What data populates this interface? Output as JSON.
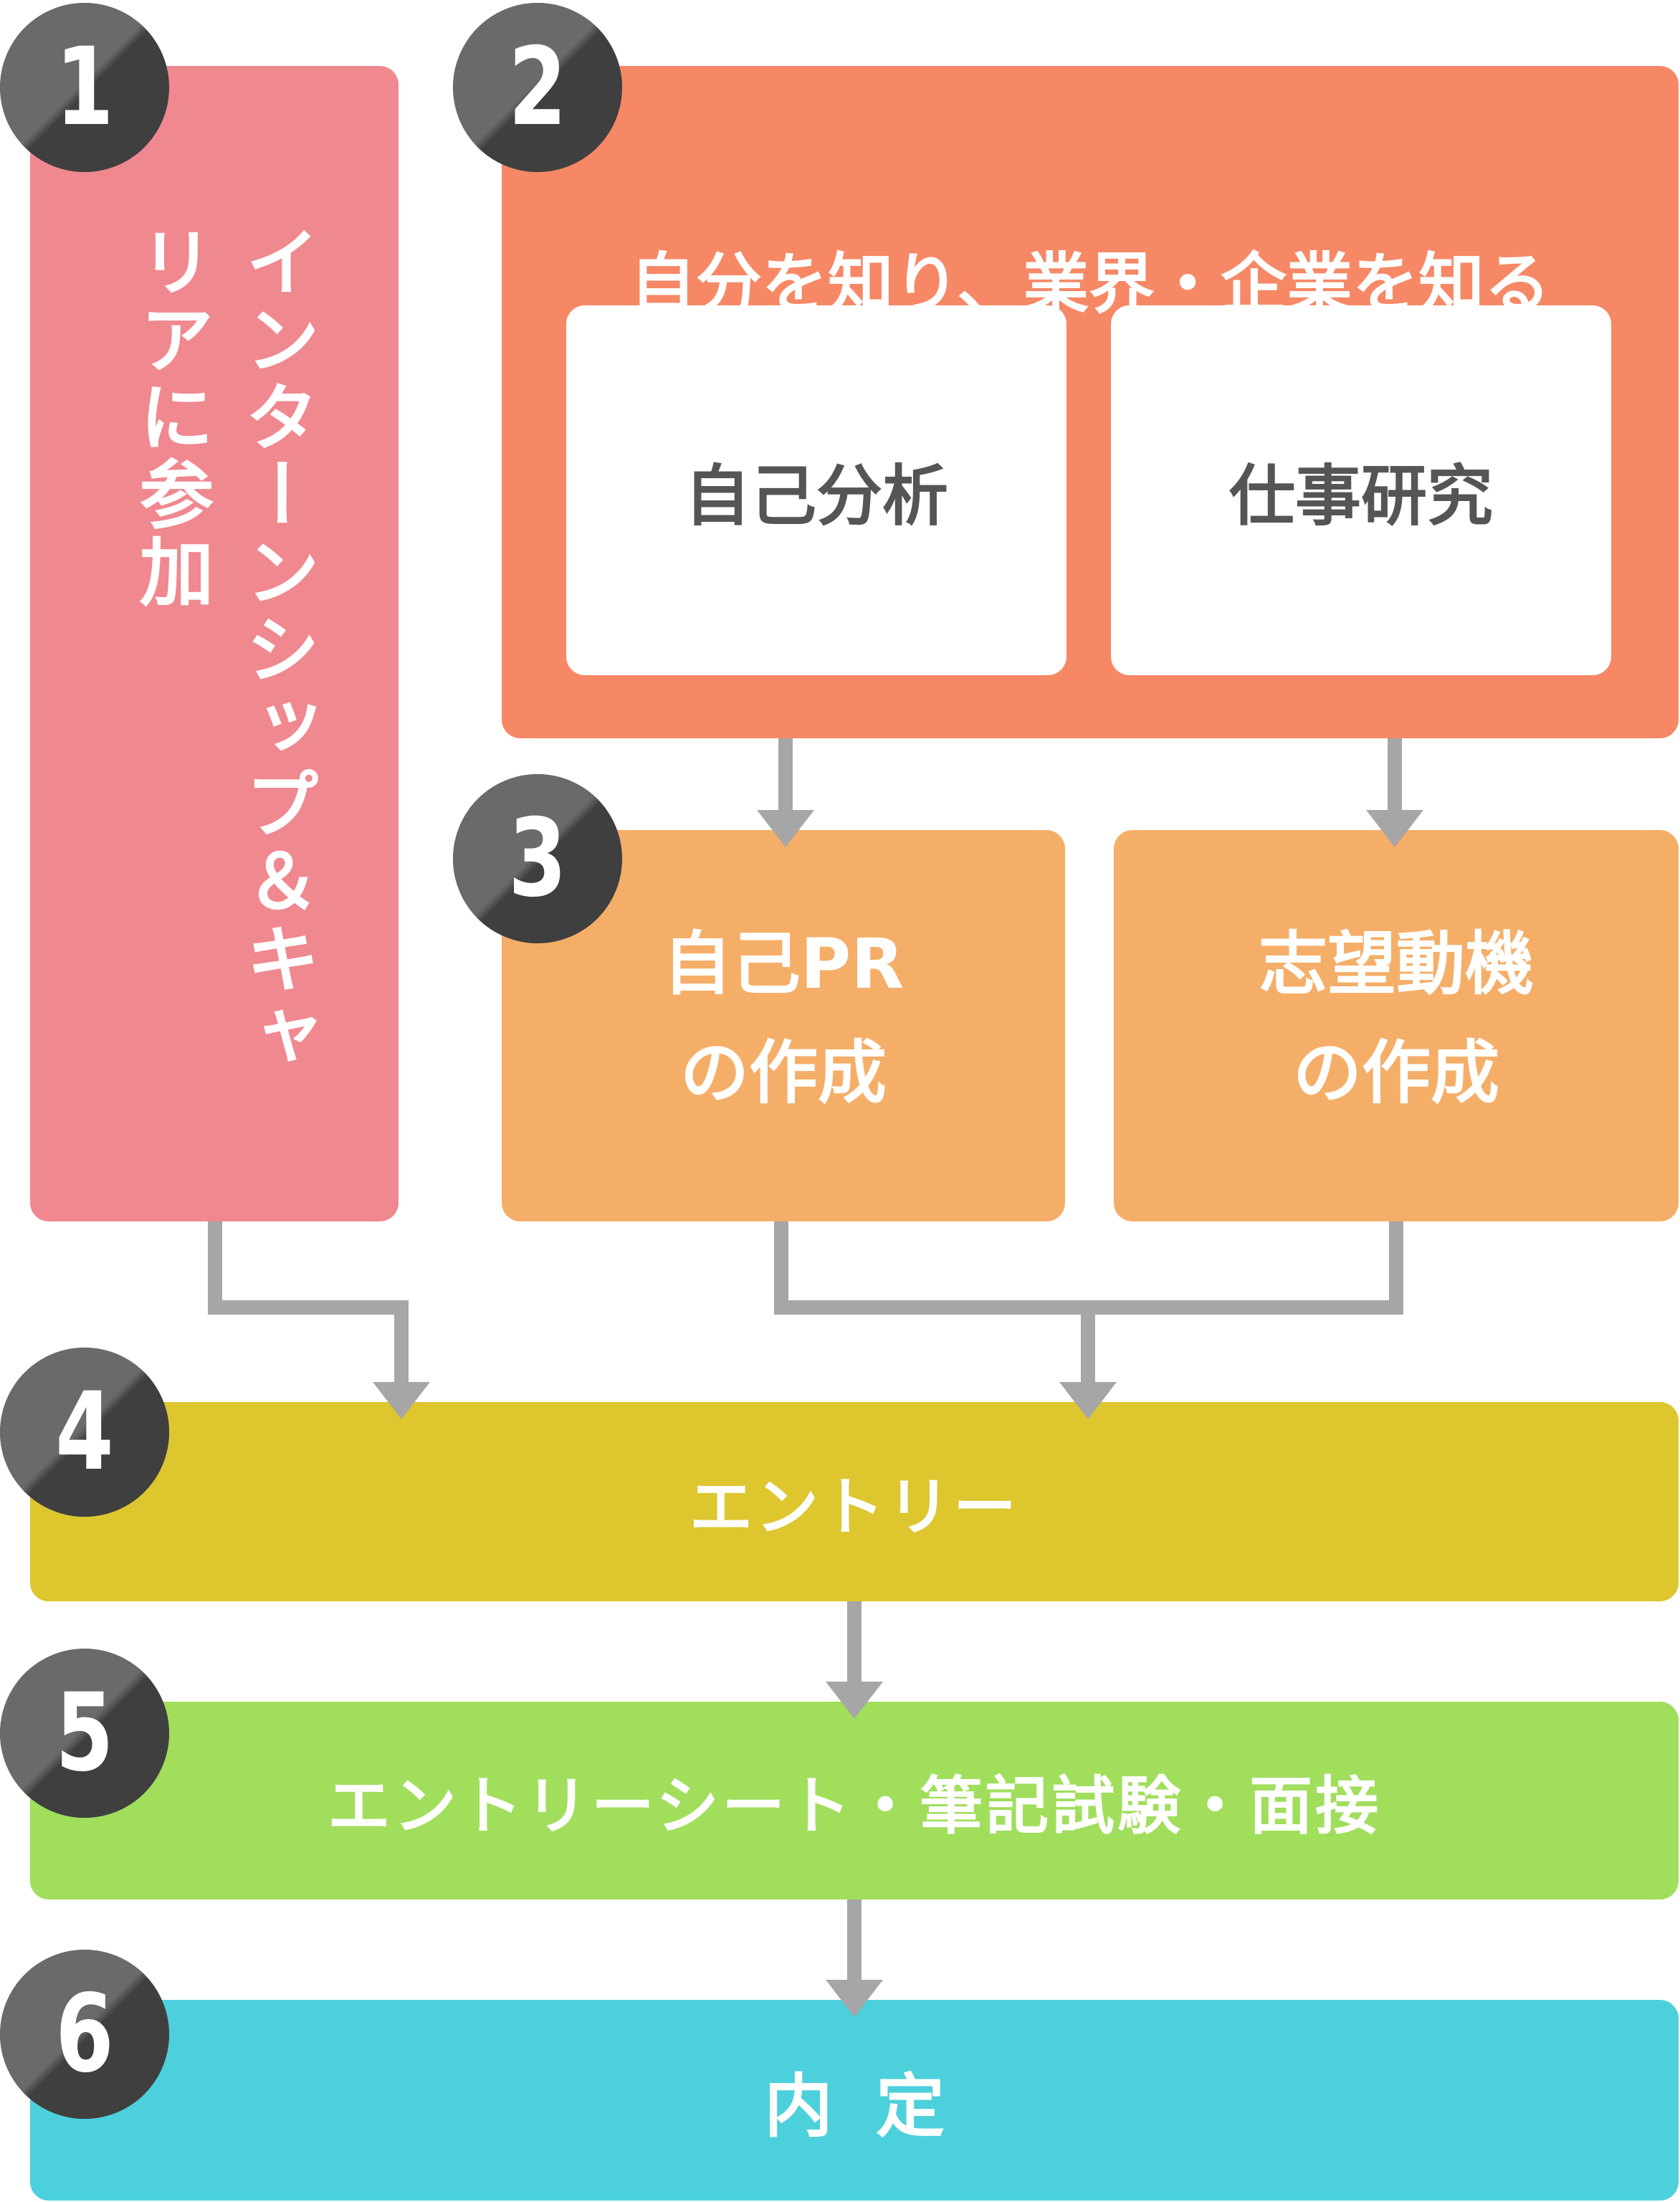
{
  "steps": {
    "step1": {
      "number": "1",
      "label": "インターンシップ＆キャリアに参加"
    },
    "step2": {
      "number": "2",
      "title": "自分を知り、業界・企業を知る",
      "cards": [
        "自己分析",
        "仕事研究"
      ]
    },
    "step3": {
      "number": "3",
      "boxes": [
        {
          "line1": "自己PR",
          "line2": "の作成"
        },
        {
          "line1": "志望動機",
          "line2": "の作成"
        }
      ]
    },
    "step4": {
      "number": "4",
      "label": "エントリー"
    },
    "step5": {
      "number": "5",
      "label": "エントリーシート・筆記試験・面接"
    },
    "step6": {
      "number": "6",
      "label": "内定"
    }
  },
  "colors": {
    "step1": "#f0888f",
    "step2": "#f68866",
    "step3": "#f5ae68",
    "step4": "#ddc62e",
    "step5": "#a0de5c",
    "step6": "#4cd0dc",
    "badge": "#555555",
    "connector": "#a6a6a6"
  }
}
